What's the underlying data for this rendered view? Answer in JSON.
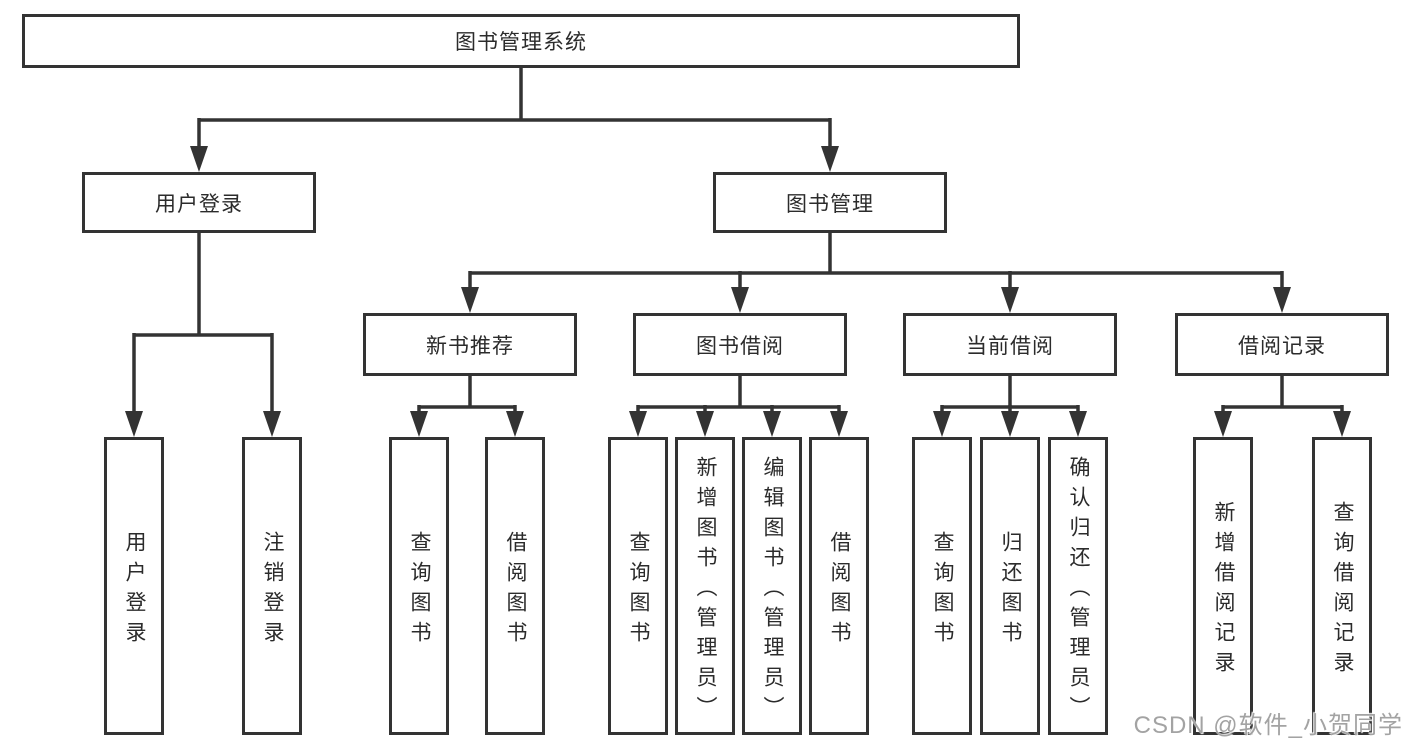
{
  "colors": {
    "line": "#333333",
    "box_border": "#333333",
    "text": "#2b2b2b",
    "watermark": "#a3a3a3",
    "background": "#ffffff"
  },
  "watermark": "CSDN @软件_小贺同学",
  "tree": {
    "label": "图书管理系统",
    "children": [
      {
        "label": "用户登录",
        "children": [
          {
            "label": "用户登录"
          },
          {
            "label": "注销登录"
          }
        ]
      },
      {
        "label": "图书管理",
        "children": [
          {
            "label": "新书推荐",
            "children": [
              {
                "label": "查询图书"
              },
              {
                "label": "借阅图书"
              }
            ]
          },
          {
            "label": "图书借阅",
            "children": [
              {
                "label": "查询图书"
              },
              {
                "label": "新增图书（管理员）"
              },
              {
                "label": "编辑图书（管理员）"
              },
              {
                "label": "借阅图书"
              }
            ]
          },
          {
            "label": "当前借阅",
            "children": [
              {
                "label": "查询图书"
              },
              {
                "label": "归还图书"
              },
              {
                "label": "确认归还（管理员）"
              }
            ]
          },
          {
            "label": "借阅记录",
            "children": [
              {
                "label": "新增借阅记录"
              },
              {
                "label": "查询借阅记录"
              }
            ]
          }
        ]
      }
    ]
  }
}
